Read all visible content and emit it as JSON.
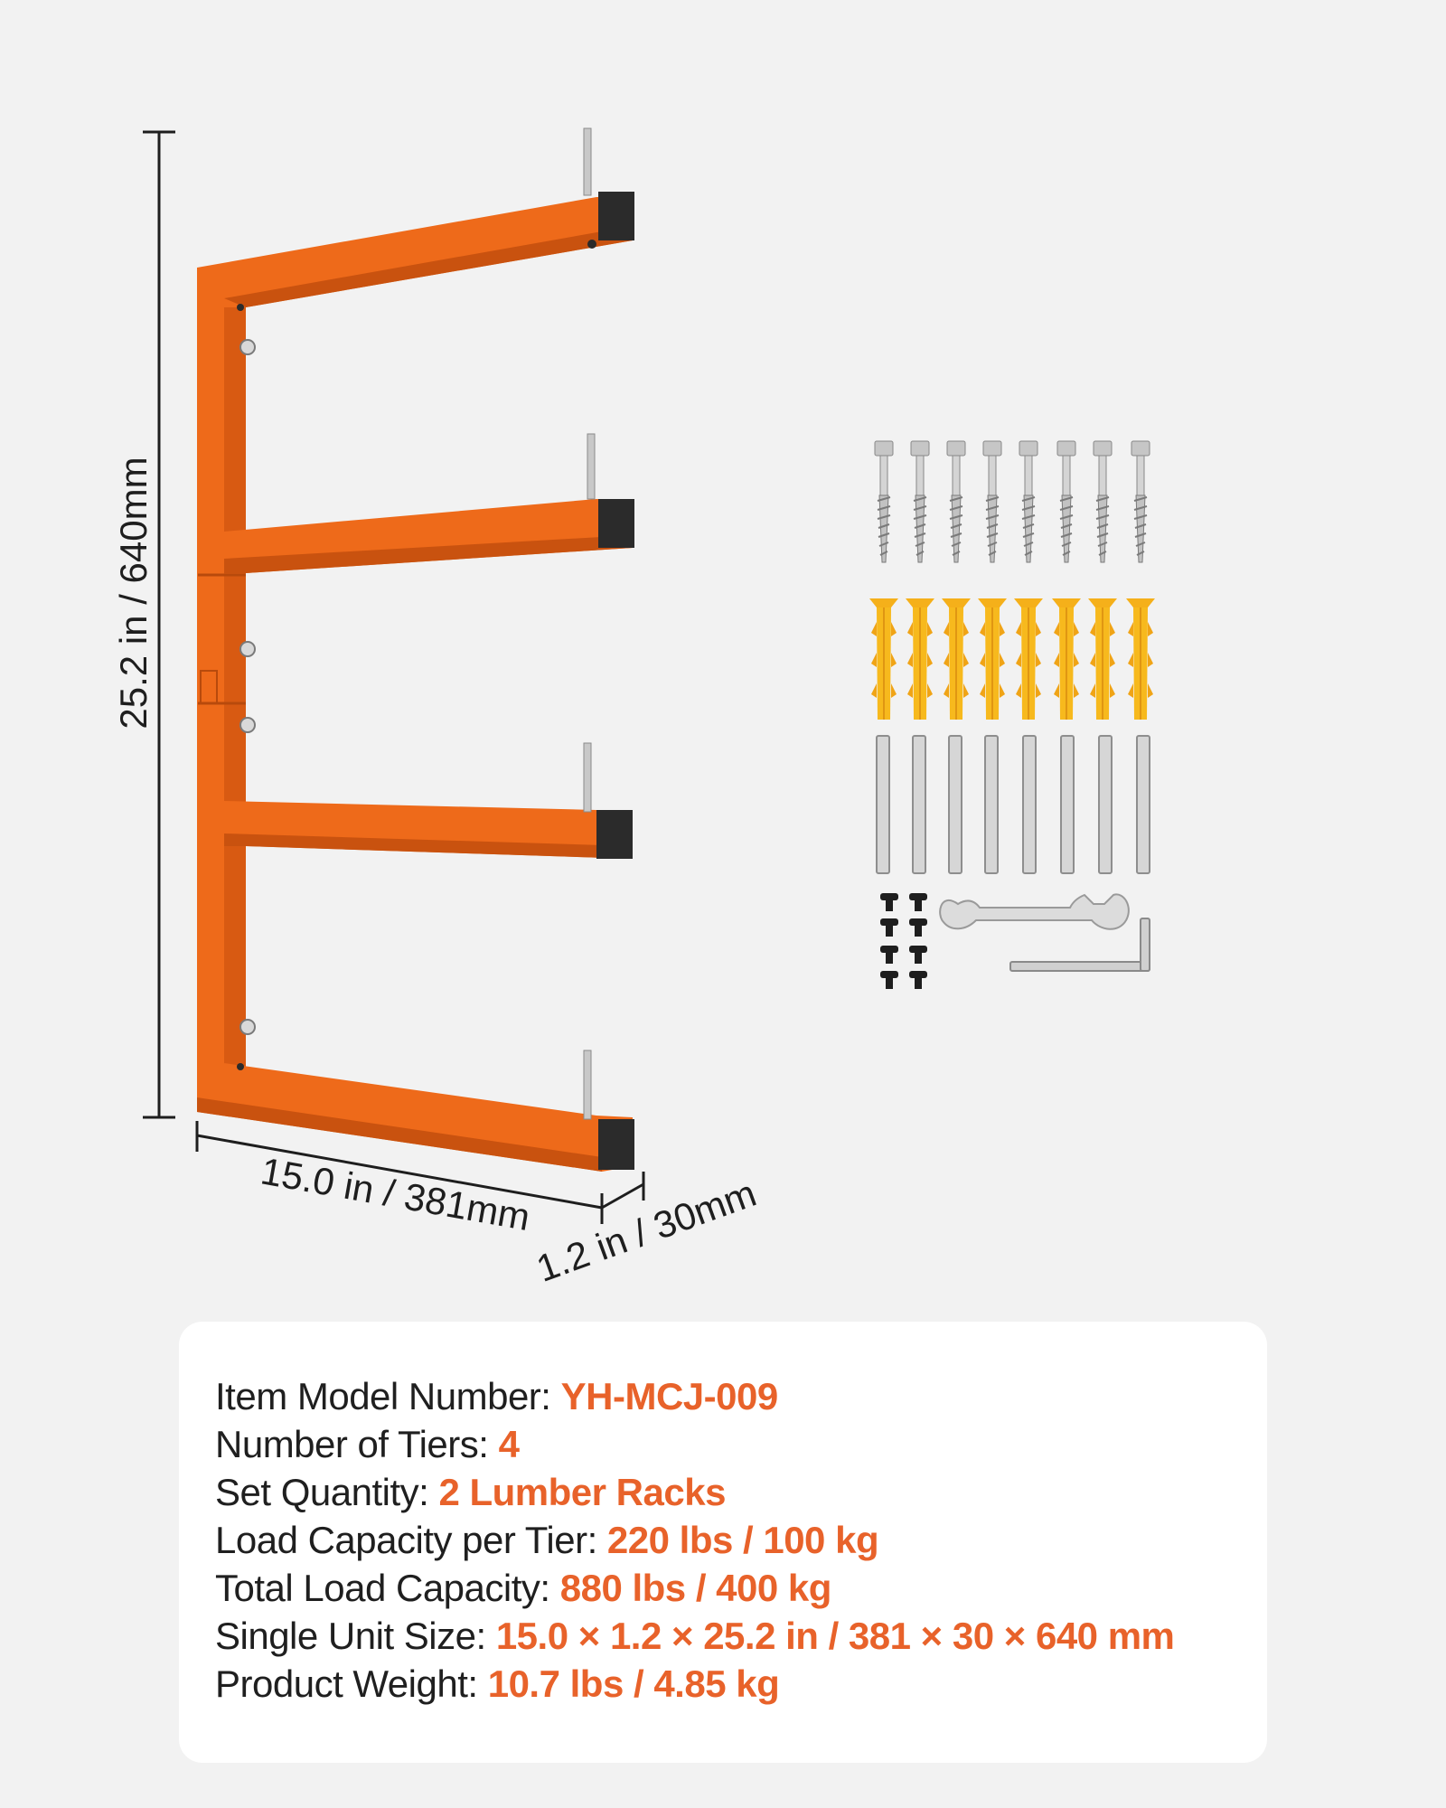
{
  "dimensions": {
    "height": "25.2 in / 640mm",
    "width": "15.0 in / 381mm",
    "depth": "1.2 in / 30mm"
  },
  "colors": {
    "frame": "#ee6a1a",
    "frame_shade": "#c9520f",
    "accent_text": "#e8622a",
    "anchor": "#f7b91d",
    "metal": "#c8c8c8"
  },
  "hardware": {
    "lag_screws": 8,
    "wall_anchors": 8,
    "pins": 8,
    "bolts": 8,
    "icons": [
      "lag-screw",
      "wall-anchor",
      "steel-pin",
      "bolt",
      "wrench",
      "hex-key"
    ]
  },
  "specs": [
    {
      "label": "Item Model Number: ",
      "value": "YH-MCJ-009"
    },
    {
      "label": "Number of Tiers: ",
      "value": "4"
    },
    {
      "label": "Set Quantity: ",
      "value": "2 Lumber Racks"
    },
    {
      "label": "Load Capacity per Tier: ",
      "value": "220 lbs / 100 kg"
    },
    {
      "label": "Total Load Capacity: ",
      "value": "880 lbs / 400 kg"
    },
    {
      "label": "Single Unit Size: ",
      "value": "15.0 × 1.2 × 25.2 in / 381 × 30 × 640 mm"
    },
    {
      "label": "Product Weight: ",
      "value": "10.7 lbs / 4.85 kg"
    }
  ]
}
